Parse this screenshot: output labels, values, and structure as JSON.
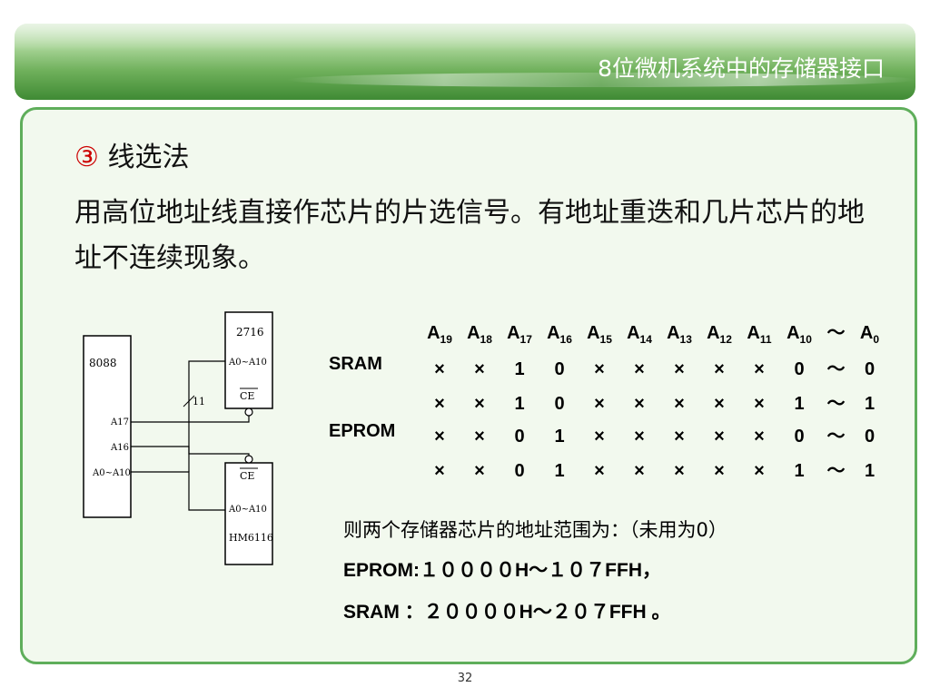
{
  "header": {
    "title": "8位微机系统中的存储器接口"
  },
  "section": {
    "marker": "③",
    "title": "线选法"
  },
  "description": "用高位地址线直接作芯片的片选信号。有地址重迭和几片芯片的地址不连续现象。",
  "diagram": {
    "cpu_label": "8088",
    "cpu_pin_a17": "A17",
    "cpu_pin_a16": "A16",
    "cpu_pin_a10": "A0~A10",
    "eprom_label": "2716",
    "eprom_pin_addr": "A0~A10",
    "eprom_pin_ce": "CE",
    "sram_label": "HM6116",
    "sram_pin_ce": "CE",
    "sram_pin_addr": "A0~A10",
    "bus_width": "11"
  },
  "address_table": {
    "header": [
      "A19",
      "A18",
      "A17",
      "A16",
      "A15",
      "A14",
      "A13",
      "A12",
      "A11",
      "A10",
      "～",
      "A0"
    ],
    "rows": [
      {
        "label": "SRAM",
        "cells": [
          "×",
          "×",
          "1",
          "0",
          "×",
          "×",
          "×",
          "×",
          "×",
          "0",
          "～",
          "0"
        ]
      },
      {
        "label": "",
        "cells": [
          "×",
          "×",
          "1",
          "0",
          "×",
          "×",
          "×",
          "×",
          "×",
          "1",
          "～",
          "1"
        ]
      },
      {
        "label": "EPROM",
        "cells": [
          "×",
          "×",
          "0",
          "1",
          "×",
          "×",
          "×",
          "×",
          "×",
          "0",
          "～",
          "0"
        ]
      },
      {
        "label": "",
        "cells": [
          "×",
          "×",
          "0",
          "1",
          "×",
          "×",
          "×",
          "×",
          "×",
          "1",
          "～",
          "1"
        ]
      }
    ]
  },
  "summary": {
    "note": "则两个存储器芯片的地址范围为：（未用为0）",
    "eprom": "EPROM:１００００H～１０７FFH，",
    "sram": "SRAM ：２００００H～２０７FFH 。"
  },
  "page_number": "32"
}
